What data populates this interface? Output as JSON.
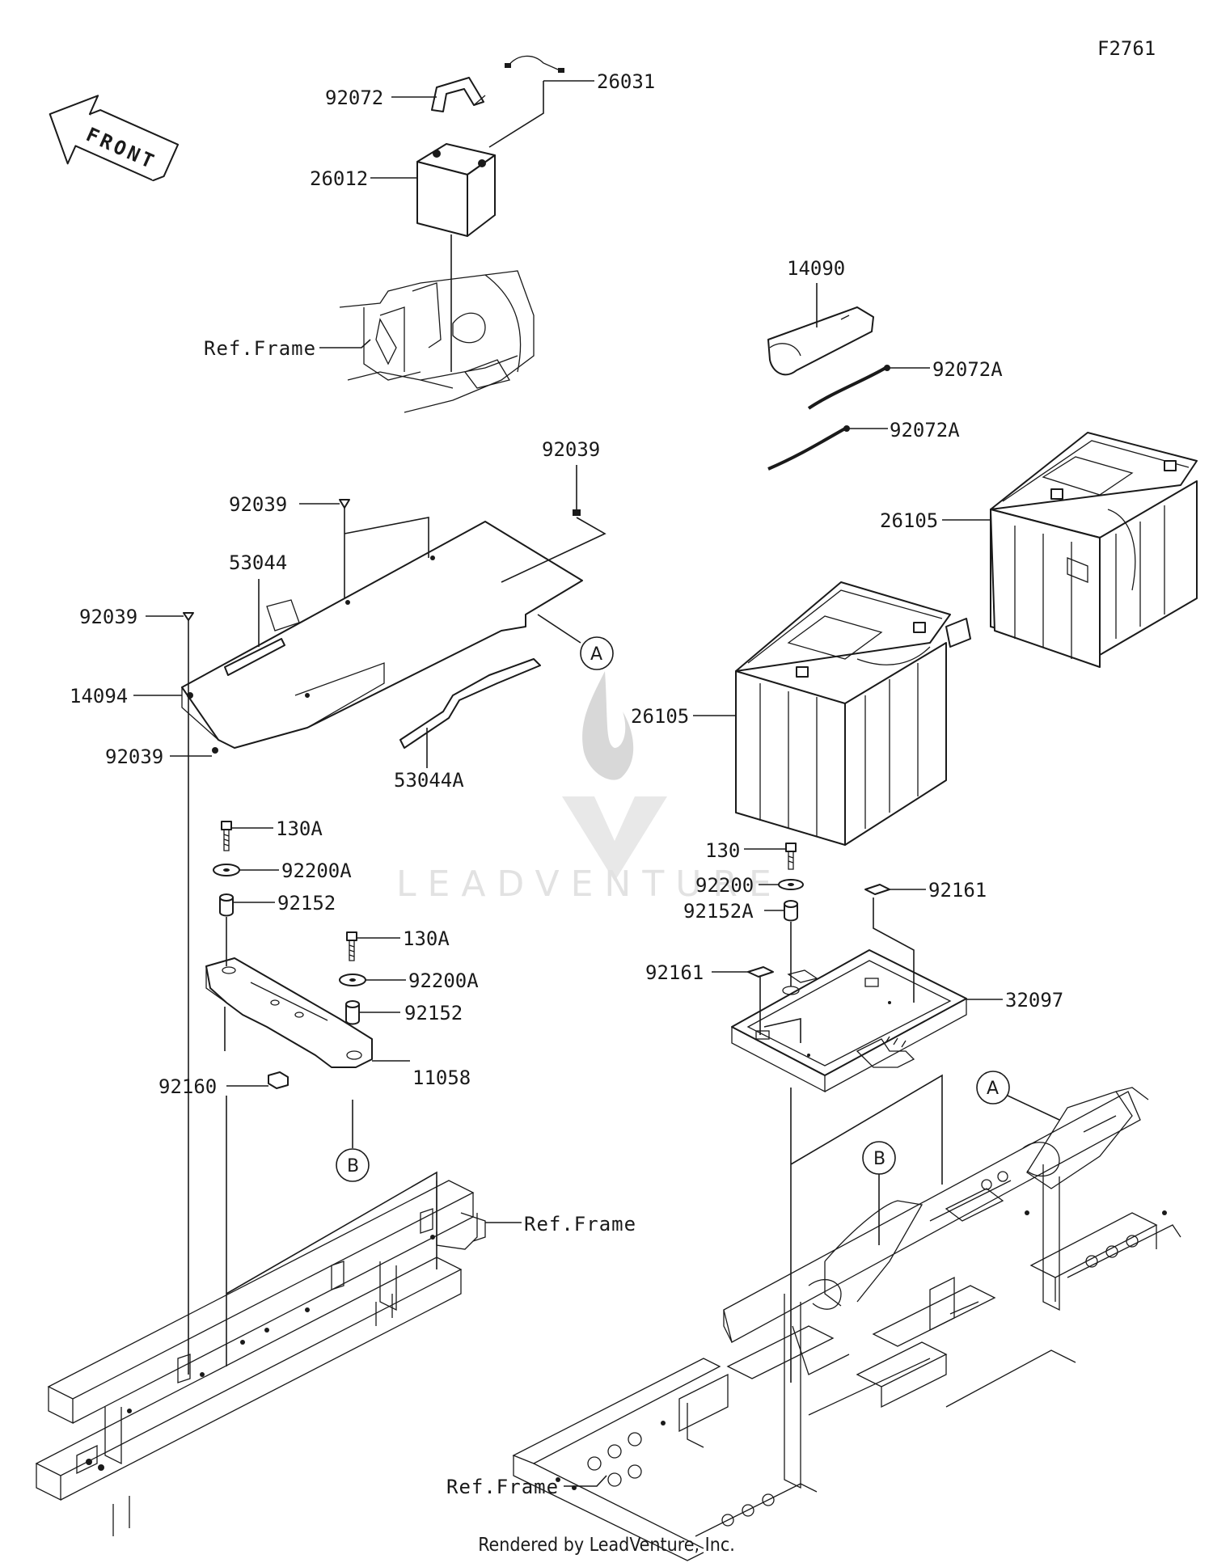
{
  "diagram_code": "F2761",
  "front_label": "FRONT",
  "footer": "Rendered by LeadVenture, Inc.",
  "watermark": "LEADVENTURE",
  "callouts": {
    "a": "A",
    "b": "B"
  },
  "labels": {
    "p92072": "92072",
    "p26031": "26031",
    "p26012": "26012",
    "ref_frame_1": "Ref.Frame",
    "p14090": "14090",
    "p92072A_1": "92072A",
    "p92072A_2": "92072A",
    "p92039_top": "92039",
    "p92039_mid": "92039",
    "p53044": "53044",
    "p92039_left": "92039",
    "p14094": "14094",
    "p92039_low": "92039",
    "p53044A": "53044A",
    "p26105_1": "26105",
    "p26105_2": "26105",
    "p130A_1": "130A",
    "p92200A_1": "92200A",
    "p92152_1": "92152",
    "p130A_2": "130A",
    "p92200A_2": "92200A",
    "p92152_2": "92152",
    "p11058": "11058",
    "p92160": "92160",
    "ref_frame_2": "Ref.Frame",
    "p130": "130",
    "p92200": "92200",
    "p92152A": "92152A",
    "p92161_1": "92161",
    "p92161_2": "92161",
    "p32097": "32097",
    "ref_frame_3": "Ref.Frame"
  }
}
